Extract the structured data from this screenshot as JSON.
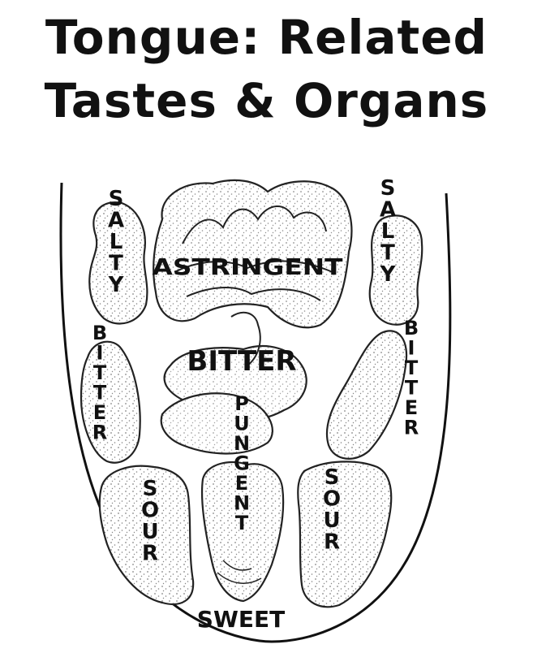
{
  "title_line1": "Tongue: Related",
  "title_line2": "Tastes & Organs",
  "labels": {
    "salty_left": "SALTY",
    "salty_right": "SALTY",
    "astringent": "ASTRINGENT",
    "bitter_center": "BITTER",
    "bitter_left": "BITTER",
    "bitter_right": "BITTER",
    "pungent": "PUNGENT",
    "sour_left": "SOUR",
    "sour_right": "SOUR",
    "sweet": "SWEET"
  }
}
